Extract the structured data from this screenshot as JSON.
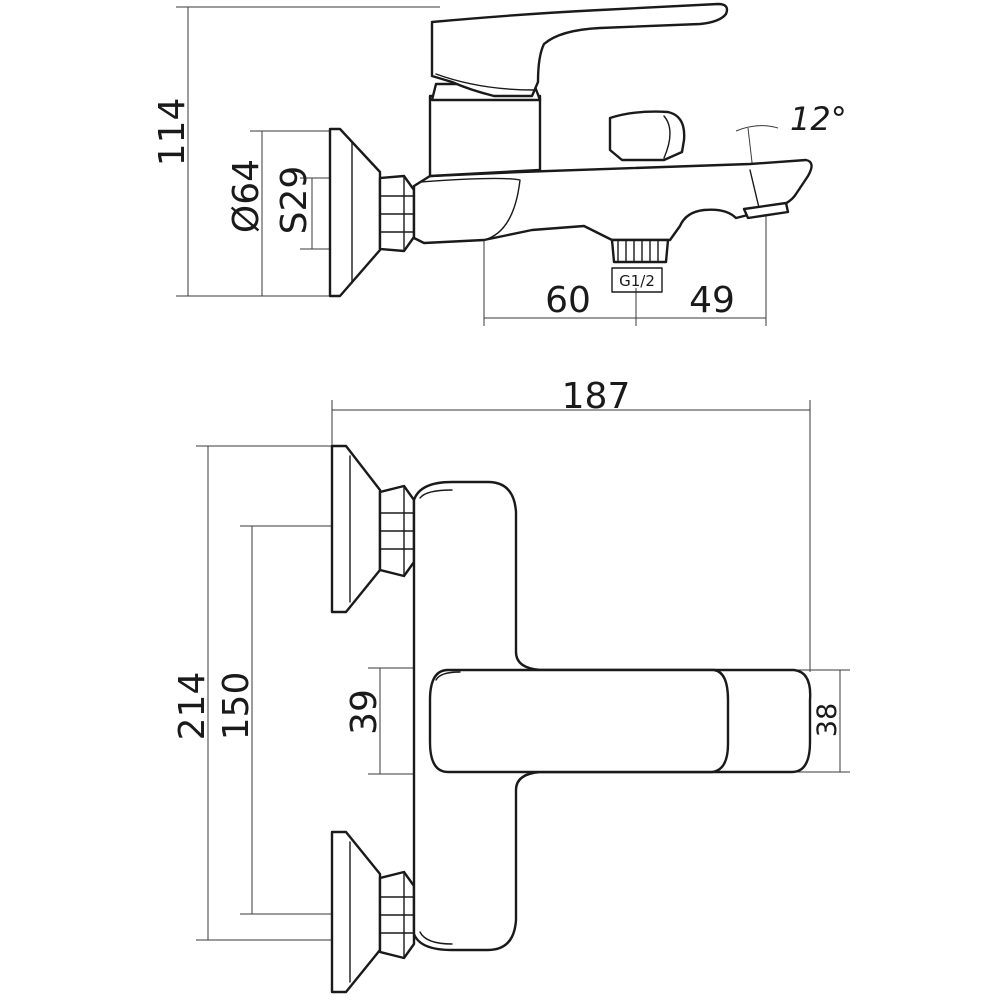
{
  "dimensions": {
    "height_total": "114",
    "diameter_flange": "Ø64",
    "wrench_size": "S29",
    "outlet_distance": "60",
    "spout_length": "49",
    "thread": "G1/2",
    "spout_angle": "12°",
    "width_total": "187",
    "depth_total": "214",
    "center_distance": "150",
    "handle_width": "39",
    "spout_width": "38"
  }
}
